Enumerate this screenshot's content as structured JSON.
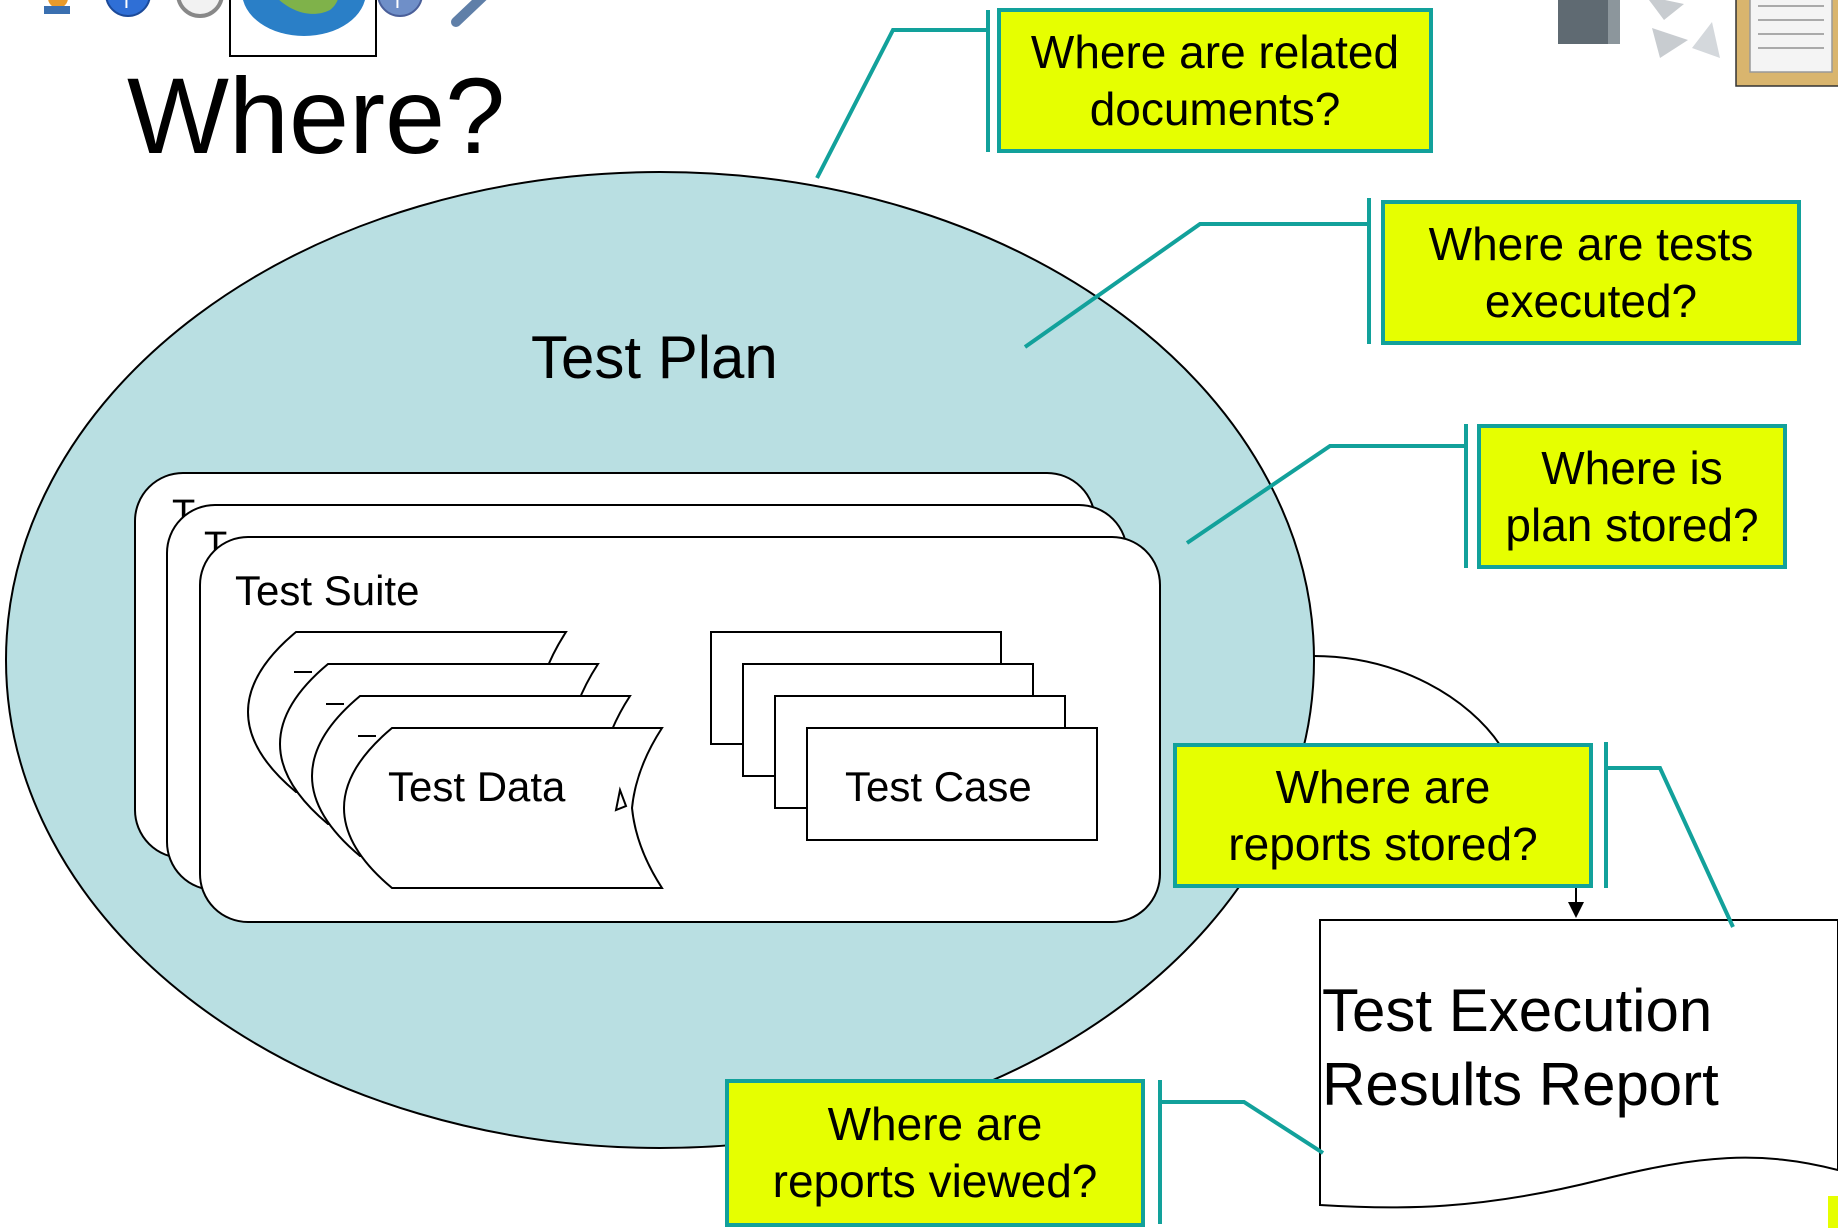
{
  "slide": {
    "title": "Where?"
  },
  "diagram": {
    "plan_label": "Test Plan",
    "suite_label": "Test Suite",
    "data_label": "Test Data",
    "case_label": "Test Case",
    "report_line1": "Test Execution",
    "report_line2": "Results Report"
  },
  "callouts": {
    "related_docs": {
      "line1": "Where are related",
      "line2": "documents?"
    },
    "tests_executed": {
      "line1": "Where are tests",
      "line2": "executed?"
    },
    "plan_stored": {
      "line1": "Where is",
      "line2": "plan stored?"
    },
    "reports_stored": {
      "line1": "Where are",
      "line2": "reports stored?"
    },
    "reports_viewed": {
      "line1": "Where are",
      "line2": "reports viewed?"
    }
  },
  "colors": {
    "callout_fill": "#e6ff00",
    "callout_border": "#12a19b",
    "plan_fill": "#b9dfe2"
  },
  "icons": [
    "user-icon",
    "info-icon",
    "magnifier-icon",
    "globe-icon",
    "help-icon",
    "wrench-icon",
    "server-icon",
    "recycle-arrows-icon",
    "document-stack-icon"
  ]
}
